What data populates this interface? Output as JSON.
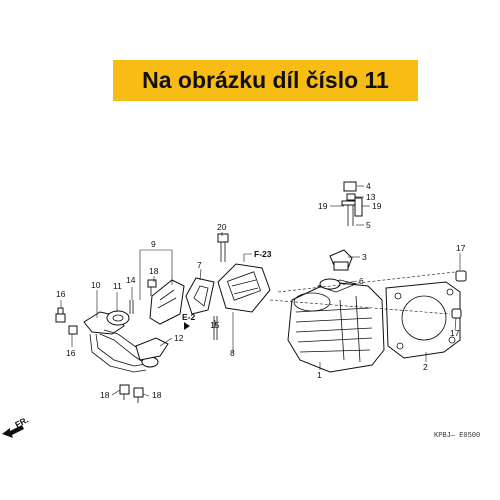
{
  "banner": {
    "text": "Na obrázku díl číslo 11",
    "color": "#f7bd14"
  },
  "callouts": [
    "1",
    "2",
    "3",
    "4",
    "5",
    "6",
    "7",
    "8",
    "9",
    "10",
    "11",
    "12",
    "13",
    "14",
    "15",
    "16",
    "16",
    "17",
    "17",
    "18",
    "18",
    "18",
    "19",
    "19",
    "20"
  ],
  "refs": {
    "f23": "F-23",
    "e2": "E-2",
    "fr": "FR."
  },
  "drawing_code": "KPBJ— E0500"
}
